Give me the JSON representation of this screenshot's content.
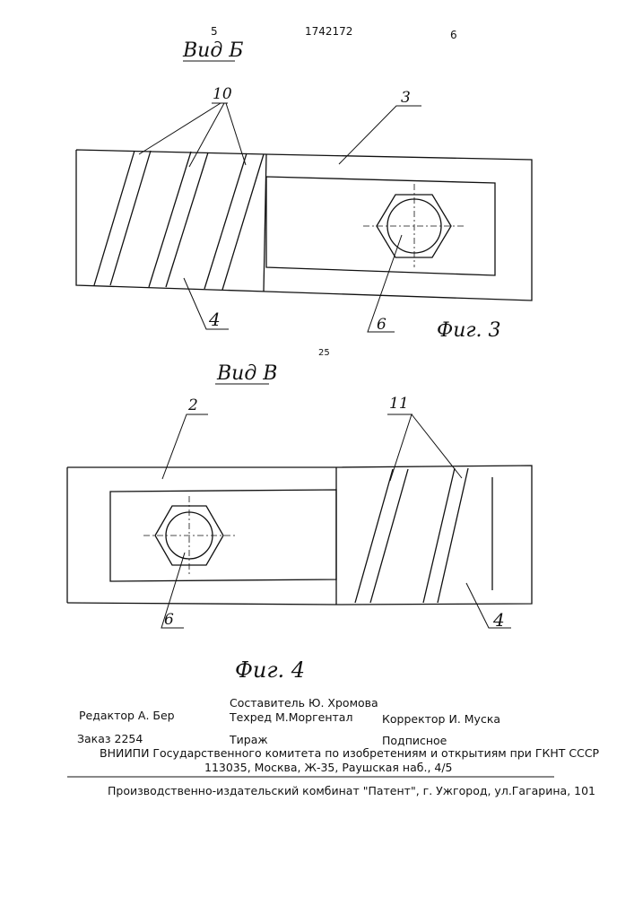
{
  "header": {
    "page_left": "5",
    "patent_number": "1742172",
    "page_right": "6",
    "line_number": "25"
  },
  "fig3": {
    "view_title": "Вид Б",
    "caption": "Фиг. 3",
    "callouts": {
      "c10": "10",
      "c3": "3",
      "c4": "4",
      "c6": "6"
    }
  },
  "fig4": {
    "view_title": "Вид В",
    "caption": "Фиг. 4",
    "callouts": {
      "c2": "2",
      "c11": "11",
      "c4": "4",
      "c6": "6"
    }
  },
  "imprint": {
    "editor": "Редактор  А. Бер",
    "compiler": "Составитель  Ю. Хромова",
    "techred": "Техред М.Моргентал",
    "corrector": "Корректор  И. Муска",
    "order": "Заказ  2254",
    "circulation": "Тираж",
    "subscription": "Подписное",
    "org": "ВНИИПИ Государственного комитета по изобретениям и открытиям при ГКНТ СССР",
    "address": "113035, Москва, Ж-35, Раушская наб., 4/5",
    "publisher": "Производственно-издательский комбинат \"Патент\", г. Ужгород, ул.Гагарина, 101"
  }
}
